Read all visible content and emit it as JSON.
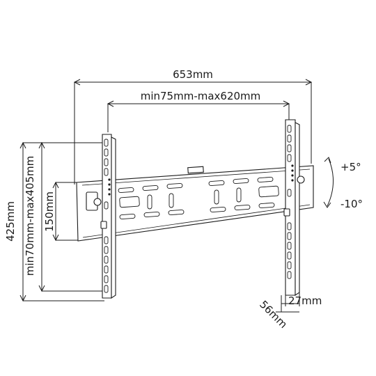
{
  "dimensions": {
    "total_width": "653mm",
    "vesa_horizontal": "min75mm-max620mm",
    "total_height": "425mm",
    "vesa_vertical": "min70mm-max405mm",
    "plate_height": "150mm",
    "depth_max": "56mm",
    "depth_min": "27mm",
    "tilt_up": "+5°",
    "tilt_down": "-10°"
  }
}
